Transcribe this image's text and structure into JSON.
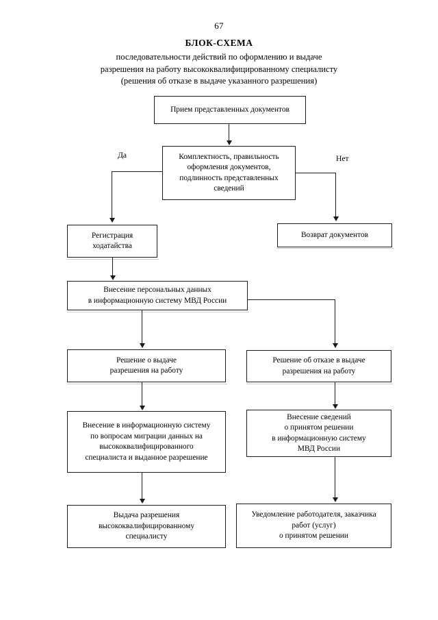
{
  "document": {
    "page_number": "67",
    "title": "БЛОК-СХЕМА",
    "subtitle_lines": [
      "последовательности действий по оформлению и выдаче",
      "разрешения на работу высококвалифицированному специалисту",
      "(решения об отказе в выдаче указанного разрешения)"
    ]
  },
  "flowchart": {
    "type": "flowchart",
    "orientation": "top-down",
    "nodes": [
      {
        "id": "intake",
        "lines": [
          "Прием представленных документов"
        ]
      },
      {
        "id": "check",
        "lines": [
          "Комплектность, правильность",
          "оформления документов,",
          "подлинность представленных",
          "сведений"
        ]
      },
      {
        "id": "registration",
        "lines": [
          "Регистрация",
          "ходатайства"
        ]
      },
      {
        "id": "return-docs",
        "lines": [
          "Возврат документов"
        ]
      },
      {
        "id": "enter-personal-data",
        "lines": [
          "Внесение персональных данных",
          "в информационную систему МВД России"
        ]
      },
      {
        "id": "decision-grant",
        "lines": [
          "Решение о выдаче",
          "разрешения на работу"
        ]
      },
      {
        "id": "decision-refuse",
        "lines": [
          "Решение об отказе в выдаче",
          "разрешения на работу"
        ]
      },
      {
        "id": "migration-system-entry",
        "lines": [
          "Внесение в информационную систему",
          "по вопросам миграции данных на",
          "высококвалифицированного",
          "специалиста и выданное разрешение"
        ]
      },
      {
        "id": "decision-info-entry",
        "lines": [
          "Внесение сведений",
          "о принятом решении",
          "в информационную систему",
          "МВД России"
        ]
      },
      {
        "id": "issue-permit",
        "lines": [
          "Выдача разрешения",
          "высококвалифицированному",
          "специалисту"
        ]
      },
      {
        "id": "notify-employer",
        "lines": [
          "Уведомление работодателя, заказчика",
          "работ (услуг)",
          "о принятом решении"
        ]
      }
    ],
    "edge_labels": {
      "yes": "Да",
      "no": "Нет"
    },
    "colors": {
      "stroke": "#1a1a1a",
      "background": "#ffffff",
      "text": "#000000"
    }
  }
}
